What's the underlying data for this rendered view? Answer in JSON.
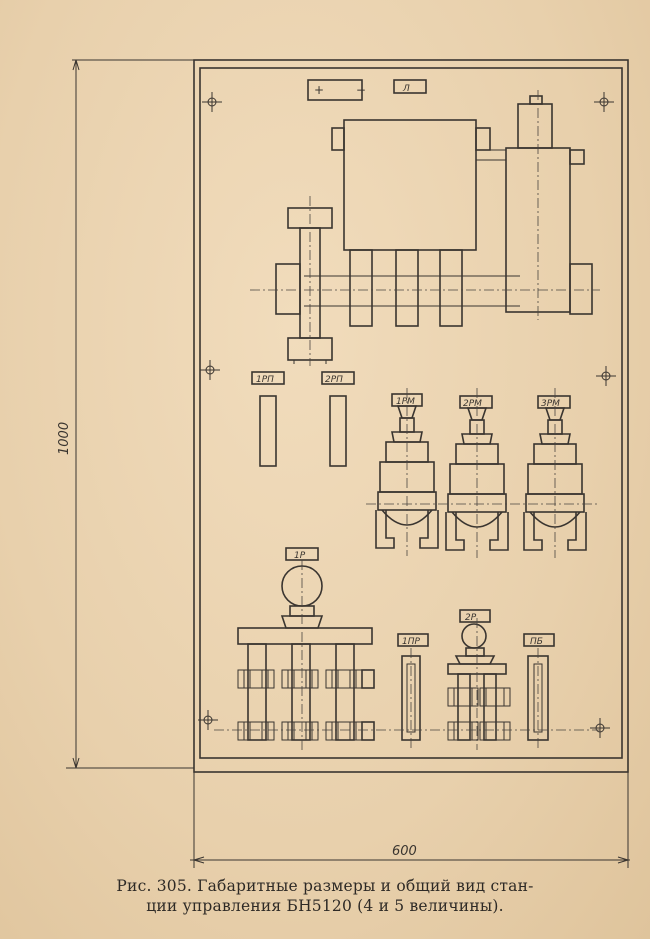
{
  "labels": {
    "top_terminal": "+ −",
    "lamp": "Л",
    "relay_1pt": "1РП",
    "relay_2pt": "2РП",
    "contactor_1pm": "1РМ",
    "contactor_2pm": "2РМ",
    "contactor_3pm": "3РМ",
    "switch_1p": "1Р",
    "fuse_1pp": "1ПР",
    "switch_2p": "2Р",
    "fuse_pb": "ПБ"
  },
  "dimensions": {
    "height": "1000",
    "width": "600"
  },
  "caption": {
    "line1": "Рис. 305. Габаритные размеры и общий вид стан-",
    "line2": "ции управления БН5120 (4 и 5 величины)."
  }
}
